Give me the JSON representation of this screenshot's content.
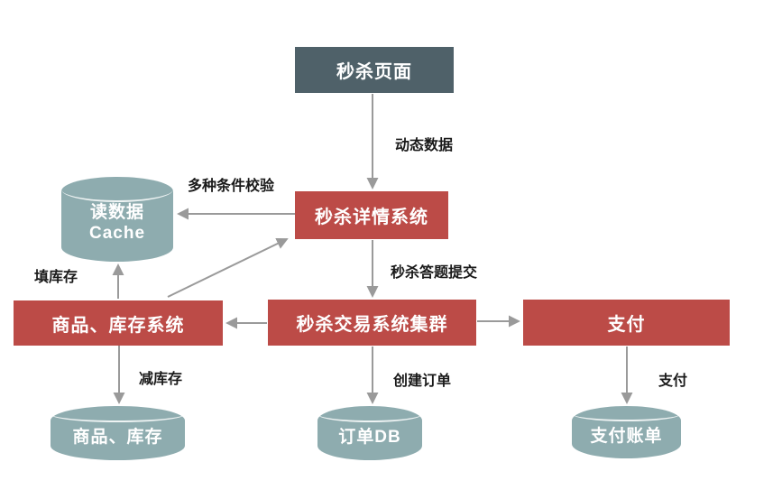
{
  "diagram": {
    "colors": {
      "header_box": "#4F6169",
      "system_box": "#BC4B47",
      "datastore": "#8EACAF",
      "arrow": "#9A9A9A",
      "edge_label_text": "#1A1A1A",
      "node_text": "#FFFFFF",
      "background": "#FFFFFF"
    },
    "nodes": {
      "seckill_page": {
        "label": "秒杀页面",
        "type": "box"
      },
      "seckill_detail": {
        "label": "秒杀详情系统",
        "type": "box"
      },
      "read_cache": {
        "label_line1": "读数据",
        "label_line2": "Cache",
        "type": "cylinder"
      },
      "inventory_system": {
        "label": "商品、库存系统",
        "type": "box"
      },
      "transaction_cluster": {
        "label": "秒杀交易系统集群",
        "type": "box"
      },
      "payment_system": {
        "label": "支付",
        "type": "box"
      },
      "inventory_db": {
        "label": "商品、库存",
        "type": "cylinder"
      },
      "order_db": {
        "label": "订单DB",
        "type": "cylinder"
      },
      "payment_bill_db": {
        "label": "支付账单",
        "type": "cylinder"
      }
    },
    "edges": {
      "dynamic_data": {
        "label": "动态数据",
        "from": "seckill_page",
        "to": "seckill_detail"
      },
      "condition_check": {
        "label": "多种条件校验",
        "from": "seckill_detail",
        "to": "read_cache"
      },
      "answer_submit": {
        "label": "秒杀答题提交",
        "from": "seckill_detail",
        "to": "transaction_cluster"
      },
      "inventory_to_detail": {
        "label": "",
        "from": "inventory_system",
        "to": "seckill_detail"
      },
      "fill_inventory": {
        "label": "填库存",
        "from": "inventory_system",
        "to": "read_cache"
      },
      "reduce_inventory": {
        "label": "减库存",
        "from": "inventory_system",
        "to": "inventory_db"
      },
      "transaction_to_inventory": {
        "label": "",
        "from": "transaction_cluster",
        "to": "inventory_system"
      },
      "transaction_to_payment": {
        "label": "",
        "from": "transaction_cluster",
        "to": "payment_system"
      },
      "create_order": {
        "label": "创建订单",
        "from": "transaction_cluster",
        "to": "order_db"
      },
      "pay": {
        "label": "支付",
        "from": "payment_system",
        "to": "payment_bill_db"
      }
    }
  }
}
